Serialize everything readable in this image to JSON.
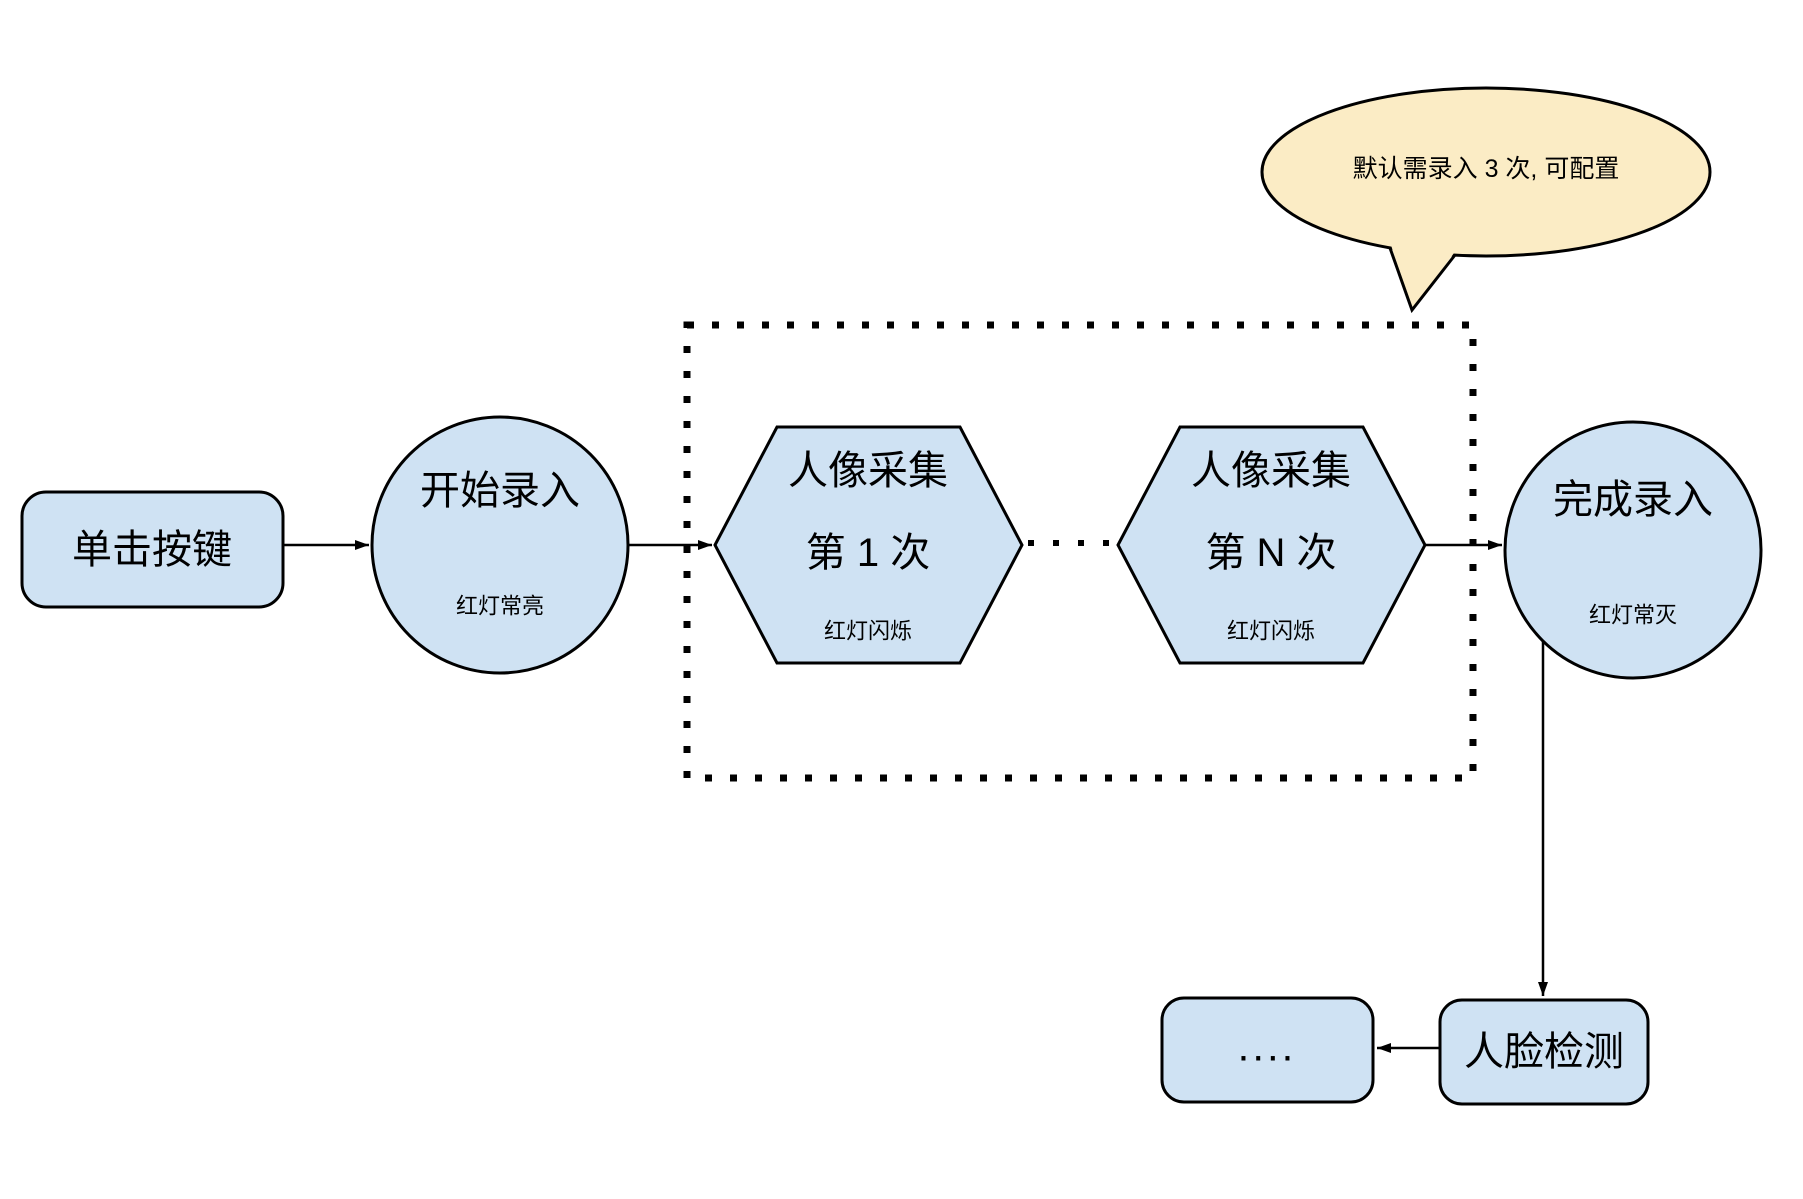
{
  "nodes": {
    "click": {
      "label": "单击按键"
    },
    "start": {
      "label": "开始录入",
      "note": "红灯常亮"
    },
    "cap1": {
      "title": "人像采集",
      "seq": "第 1 次",
      "note": "红灯闪烁"
    },
    "capN": {
      "title": "人像采集",
      "seq": "第 N 次",
      "note": "红灯闪烁"
    },
    "done": {
      "label": "完成录入",
      "note": "红灯常灭"
    },
    "face": {
      "label": "人脸检测"
    },
    "more": {
      "label": "...."
    }
  },
  "callout": {
    "label": "默认需录入 3 次, 可配置"
  },
  "colors": {
    "node_fill": "#cfe2f3",
    "callout_fill": "#fbecc5",
    "stroke": "#000000"
  }
}
